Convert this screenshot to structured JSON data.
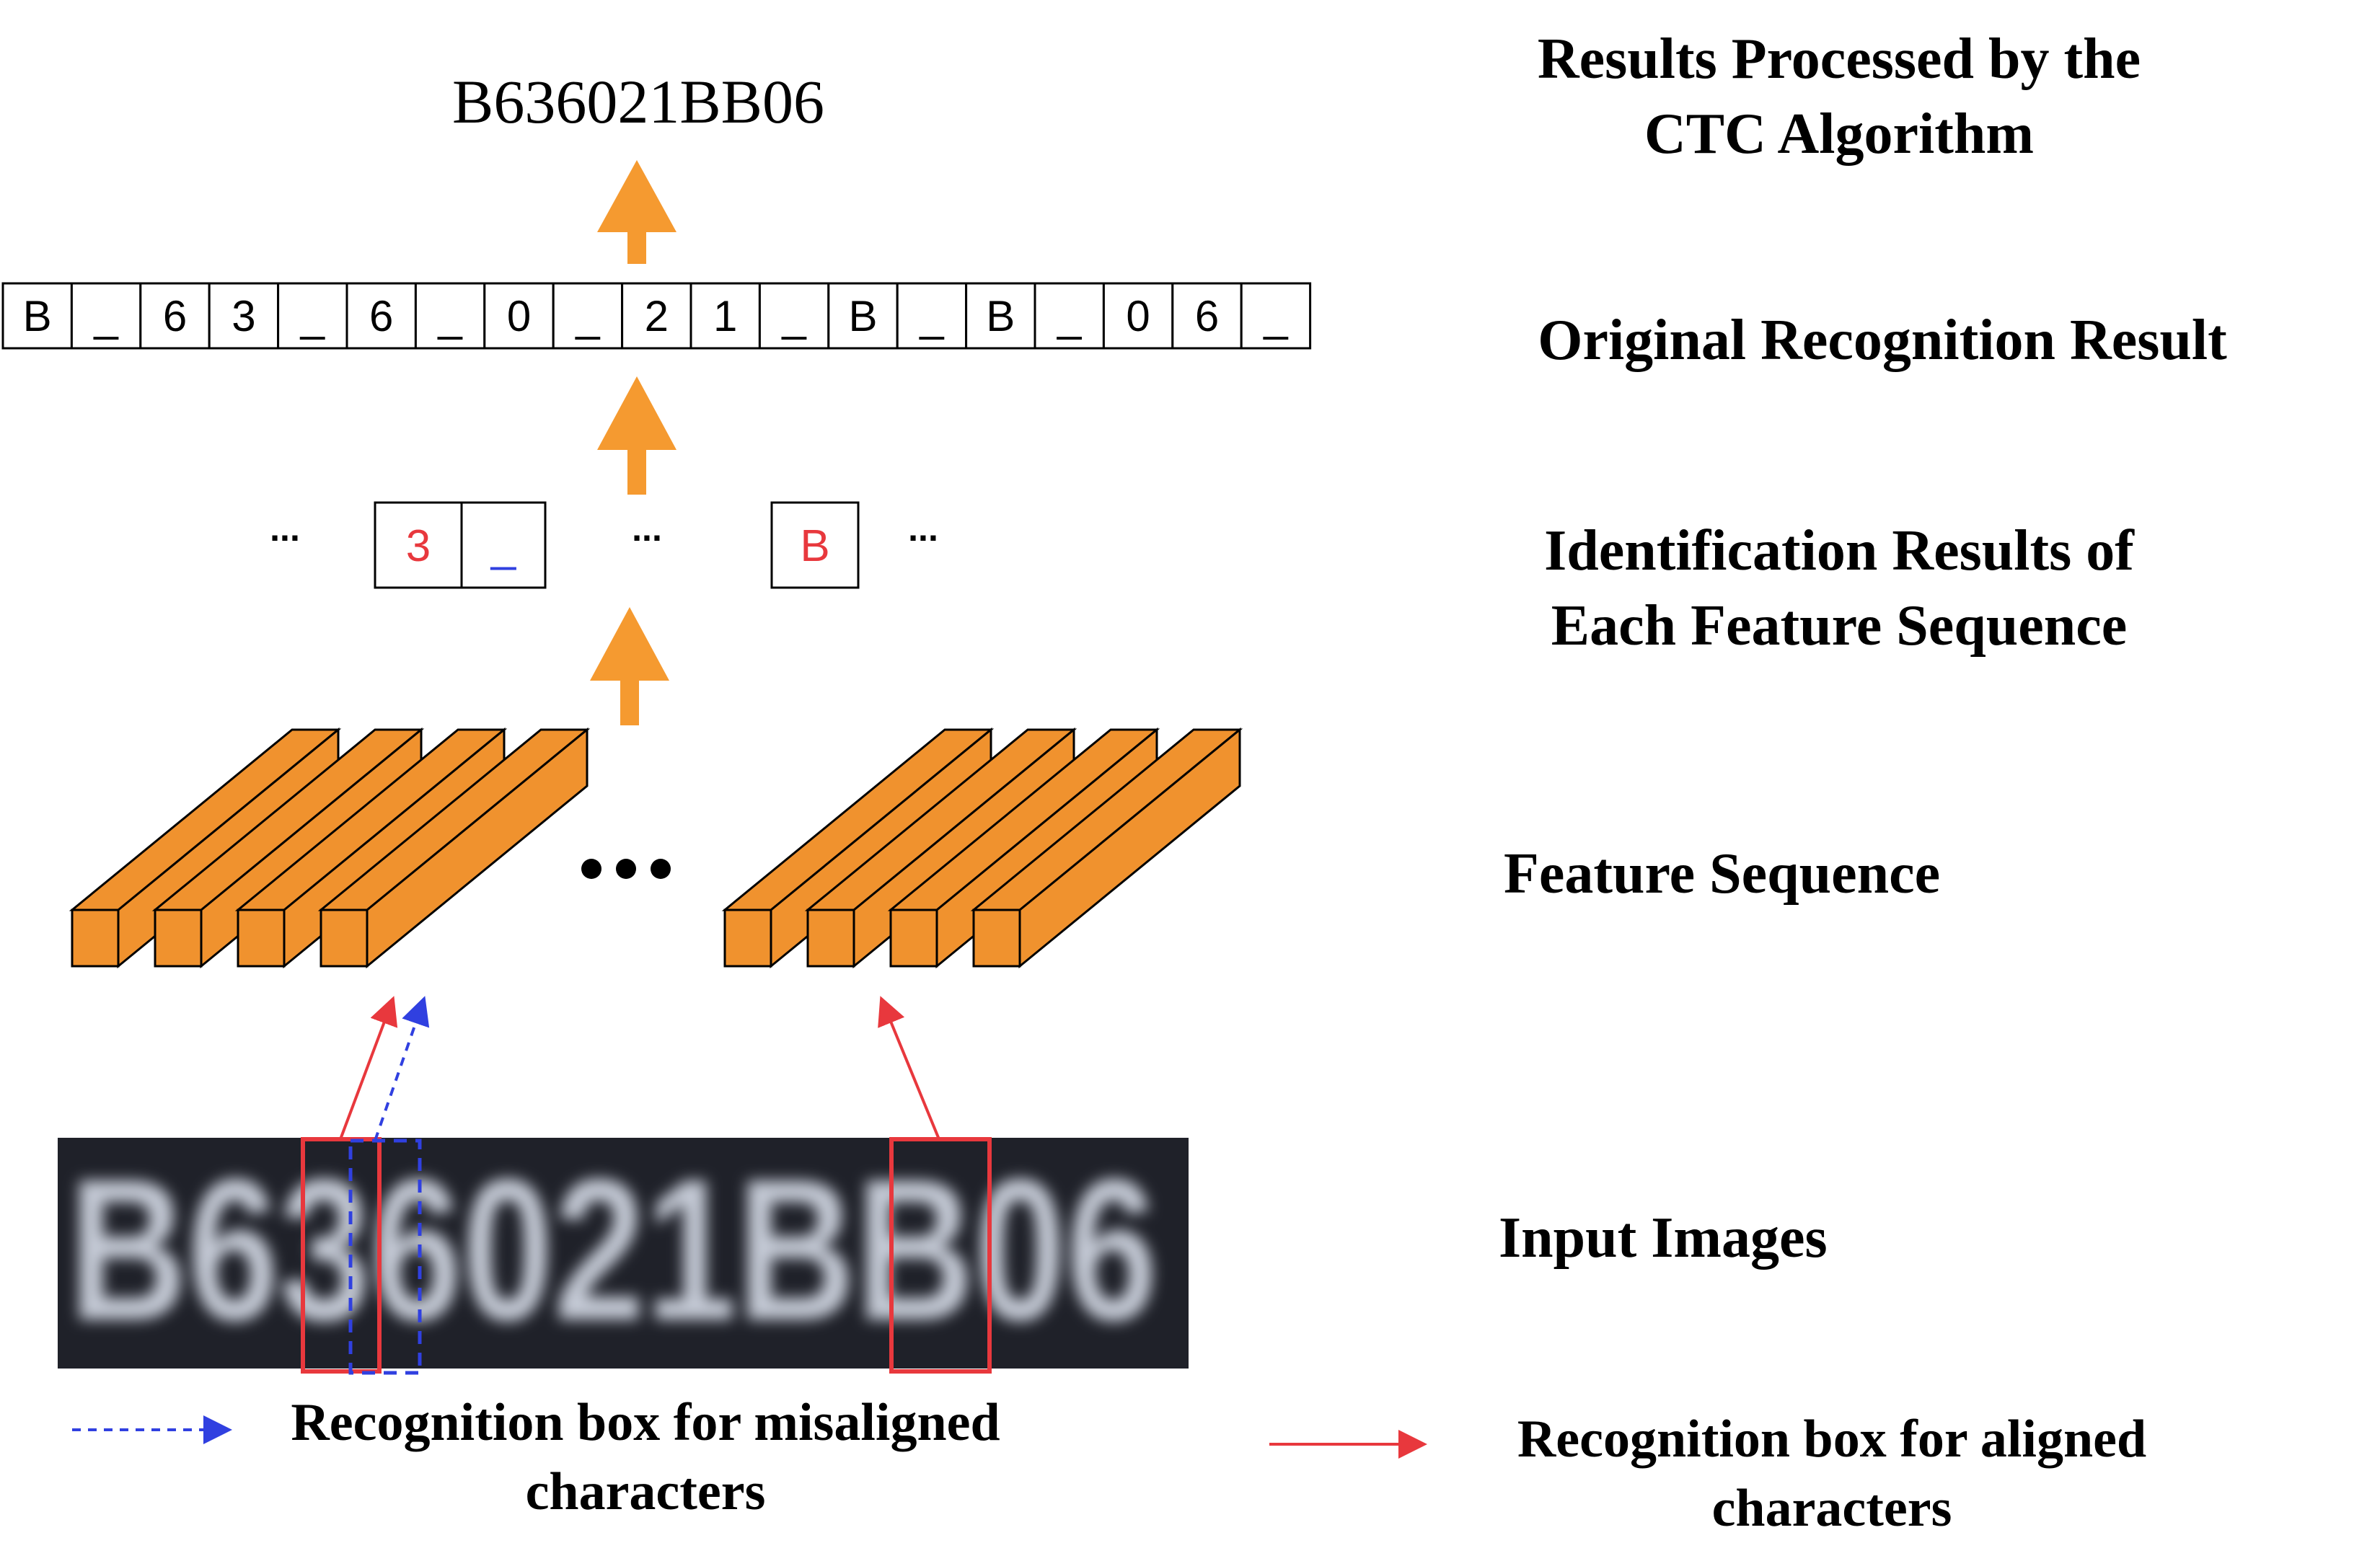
{
  "labels": {
    "ctc_results": "Results Processed by the\nCTC Algorithm",
    "original_result": "Original Recognition Result",
    "identification_results": "Identification Results of\nEach Feature Sequence",
    "feature_sequence": "Feature Sequence",
    "input_images": "Input Images"
  },
  "final_output": "B636021BB06",
  "original_sequence": [
    "B",
    "_",
    "6",
    "3",
    "_",
    "6",
    "_",
    "0",
    "_",
    "2",
    "1",
    "_",
    "B",
    "_",
    "B",
    "_",
    "0",
    "6",
    "_"
  ],
  "feature_results": {
    "group_a": [
      "3",
      "_"
    ],
    "group_b": [
      "B"
    ],
    "ellipsis": "..."
  },
  "input_image_text": "B636021BB06",
  "legend": {
    "misaligned": "Recognition box for misaligned\ncharacters",
    "aligned": "Recognition box for aligned\ncharacters"
  },
  "colors": {
    "arrow_orange": "#F59A30",
    "bar_orange": "#F0922E",
    "aligned_red": "#E8383D",
    "misaligned_blue": "#3040E0",
    "image_background": "#1f2129",
    "image_text": "#c5cad6"
  }
}
